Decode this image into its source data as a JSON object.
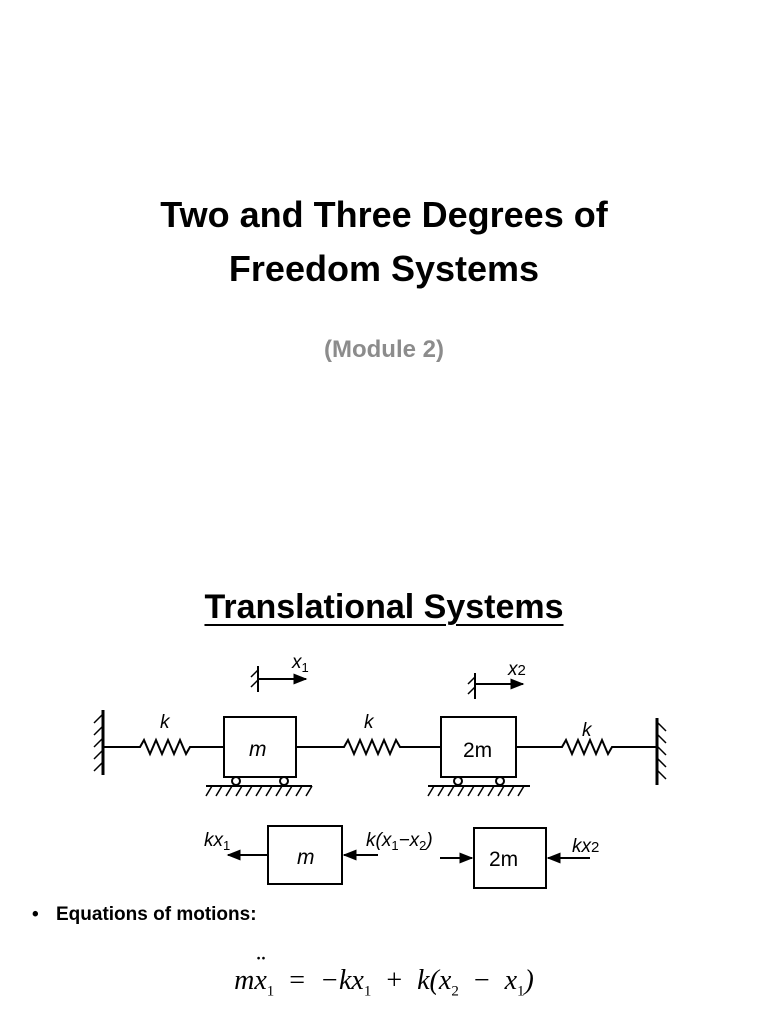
{
  "slide_title": {
    "line1": "Two and Three Degrees of",
    "line2": "Freedom Systems"
  },
  "subtitle": "(Module 2)",
  "section_heading": "Translational Systems",
  "diagram": {
    "spring_label": "k",
    "disp1": {
      "var": "x",
      "sub": "1"
    },
    "disp2": {
      "var": "x",
      "sub": "2"
    },
    "mass1_label": "m",
    "mass2_label": "2m",
    "fbd": {
      "force_left": "kx",
      "force_left_sub": "1",
      "force_mid": "k(x",
      "force_mid_sub1": "1",
      "force_mid_minus": "−x",
      "force_mid_sub2": "2",
      "force_mid_close": ")",
      "force_right": "kx",
      "force_right_sub": "2",
      "mass1_label": "m",
      "mass2_label": "2m"
    }
  },
  "bullet": {
    "marker": "•",
    "text": "Equations of motions:"
  },
  "equation": {
    "lhs_coef": "m",
    "lhs_var": "x",
    "lhs_sub": "1",
    "eq": "=",
    "term1": "−kx",
    "term1_sub": "1",
    "plus": "+",
    "term2_open": "k(x",
    "term2_sub1": "2",
    "minus": "−",
    "term2_var": "x",
    "term2_sub2": "1",
    "close": ")"
  }
}
